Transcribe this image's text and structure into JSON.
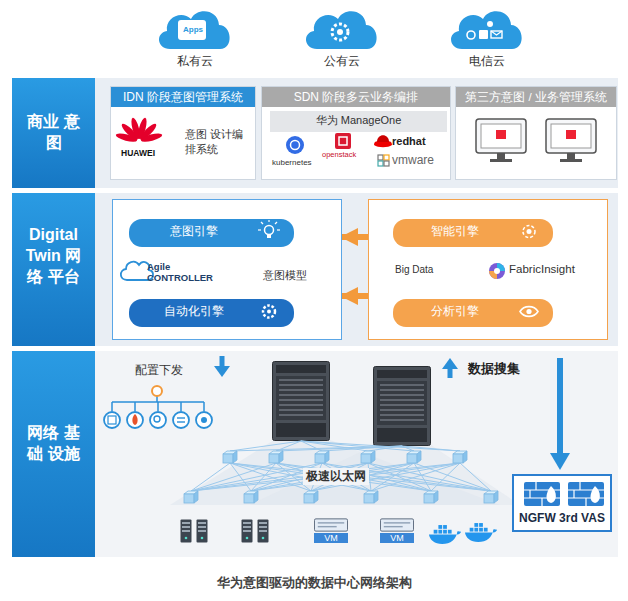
{
  "diagram": {
    "caption": "华为意图驱动的数据中心网络架构",
    "nodes": [
      {
        "text": [
          "私有云"
        ]
      },
      {
        "text": [
          "公有云"
        ]
      },
      {
        "text": [
          "电信云"
        ]
      },
      {
        "text": [
          "商业 意图"
        ]
      },
      {
        "text": [
          "IDN 阶段意图管理系统",
          "意图 设计编排系统"
        ]
      },
      {
        "text": [
          "SDN 阶段多云业务编排"
        ]
      },
      {
        "text": [
          "华为 ManageOne"
        ],
        "in": 5
      },
      {
        "text": [
          "第三方意图 / 业务管理系统"
        ]
      },
      {
        "text": [
          "Digital Twin 网络 平台"
        ]
      },
      {
        "text": [
          "Agile CONTROLLER",
          "意图模型"
        ]
      },
      {
        "text": [
          "意图引擎"
        ],
        "in": 9
      },
      {
        "text": [
          "自动化引擎"
        ],
        "in": 9
      },
      {
        "text": [
          "Big Data",
          "FabricInsight"
        ]
      },
      {
        "text": [
          "智能引擎"
        ],
        "in": 12
      },
      {
        "text": [
          "分析引擎"
        ],
        "in": 12
      },
      {
        "text": [
          "网络 基础 设施"
        ]
      },
      {
        "text": [
          "NGFW 3rd VAS"
        ]
      }
    ],
    "edges": [
      {
        "from": 10,
        "to": 11,
        "arrow": "to"
      },
      {
        "from": 12,
        "to": 9,
        "arrow": "to"
      },
      {
        "from": 12,
        "to": 9,
        "arrow": "to"
      },
      {
        "from": 13,
        "to": 14,
        "arrow": "both"
      }
    ],
    "labels": [
      "Apps",
      "HUAWEI",
      "kubernetes",
      "openstack",
      "redhat",
      "vmware",
      "配置下发",
      "数据搜集",
      "极速以太网",
      "VM",
      "VM"
    ]
  }
}
